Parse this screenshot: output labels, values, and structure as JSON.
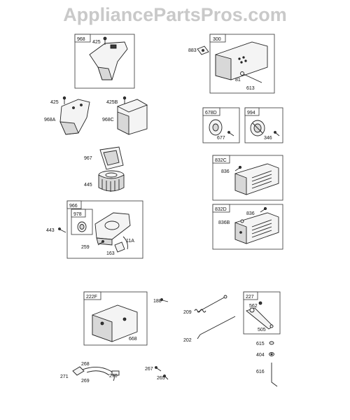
{
  "watermark": "AppliancePartsPros.com",
  "colors": {
    "watermark": "#c9c9c9",
    "line": "#222222",
    "background": "#ffffff"
  },
  "groups": [
    {
      "id": "968",
      "label": "968"
    },
    {
      "id": "300",
      "label": "300"
    },
    {
      "id": "678D",
      "label": "678D"
    },
    {
      "id": "994",
      "label": "994"
    },
    {
      "id": "832C",
      "label": "832C"
    },
    {
      "id": "832D",
      "label": "832D"
    },
    {
      "id": "966",
      "label": "966"
    },
    {
      "id": "978",
      "label": "978"
    },
    {
      "id": "222F",
      "label": "222F"
    },
    {
      "id": "227",
      "label": "227"
    }
  ],
  "labels": {
    "p425_top": "425",
    "p883": "883",
    "p81": "81",
    "p613": "613",
    "p425_left": "425",
    "p425B": "425B",
    "p968A": "968A",
    "p968C": "968C",
    "p677": "677",
    "p346": "346",
    "p967": "967",
    "p836_c": "836",
    "p445": "445",
    "p836_d": "836",
    "p836B": "836B",
    "p443": "443",
    "p11A": "11A",
    "p259": "259",
    "p163": "163",
    "p188": "188",
    "p209": "209",
    "p562": "562",
    "p505": "505",
    "p668": "668",
    "p202": "202",
    "p615": "615",
    "p404": "404",
    "p268": "268",
    "p267": "267",
    "p616": "616",
    "p271": "271",
    "p269": "269",
    "p270": "270",
    "p265": "265"
  }
}
